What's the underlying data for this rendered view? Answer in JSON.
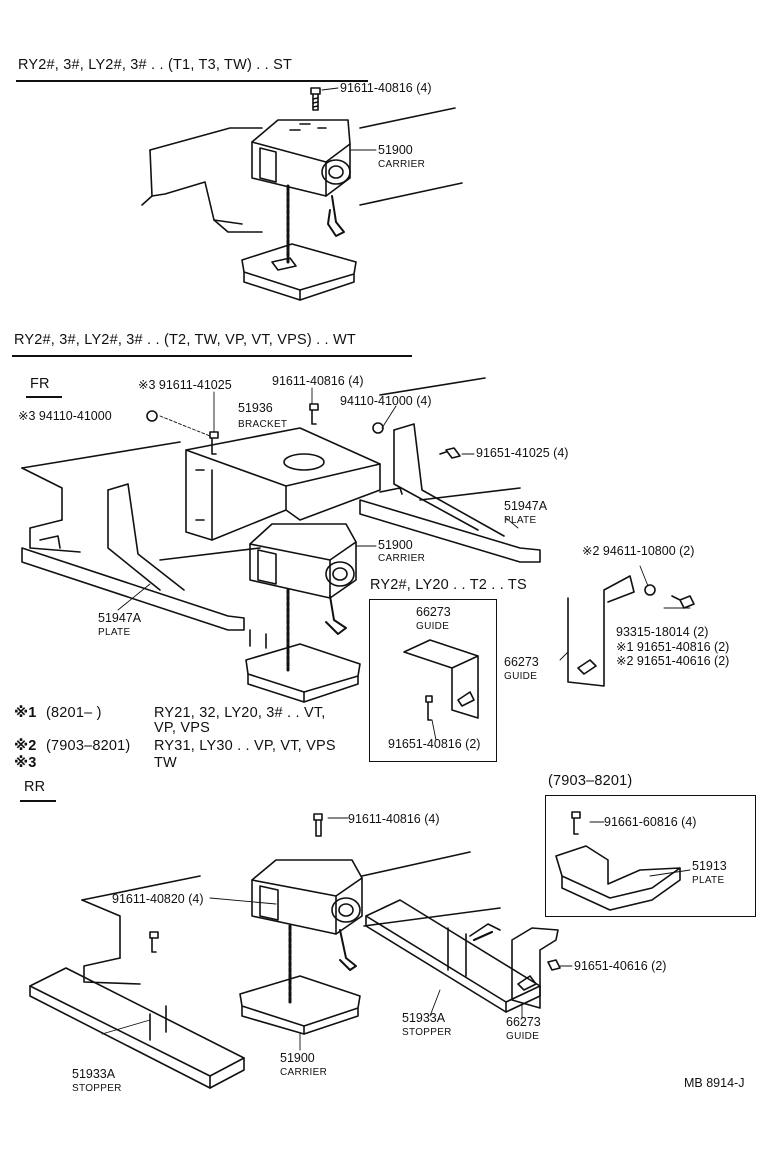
{
  "sections": {
    "s1_header": "RY2#, 3#, LY2#, 3# . . (T1, T3, TW) . . ST",
    "s2_header": "RY2#, 3#, LY2#, 3# . . (T2, TW, VP, VT, VPS) . . WT",
    "fr": "FR",
    "rr": "RR",
    "ts_header": "RY2#, LY20 . . T2 . . TS",
    "d7903_header": "(7903–8201)"
  },
  "s1": {
    "bolt": "91611-40816 (4)",
    "carrier_no": "51900",
    "carrier_name": "CARRIER"
  },
  "s2": {
    "x3_bolt": "※3 91611-41025",
    "x3_nut": "※3 94110-41000",
    "bolt_top": "91611-40816 (4)",
    "bracket_no": "51936",
    "bracket_name": "BRACKET",
    "nut_top": "94110-41000 (4)",
    "bolt_right": "91651-41025 (4)",
    "plate_r_no": "51947A",
    "plate_r_name": "PLATE",
    "carrier_no": "51900",
    "carrier_name": "CARRIER",
    "plate_l_no": "51947A",
    "plate_l_name": "PLATE",
    "x2_nut": "※2 94611-10800 (2)",
    "bolt_93315": "93315-18014 (2)",
    "x1_bolt": "※1 91651-40816 (2)",
    "x2_bolt": "※2 91651-40616 (2)",
    "guide_no": "66273",
    "guide_name": "GUIDE"
  },
  "ts": {
    "guide_no": "66273",
    "guide_name": "GUIDE",
    "bolt": "91651-40816 (2)"
  },
  "notes": {
    "n1_mark": "※1",
    "n1_range": "(8201–       )",
    "n1_text": "RY21, 32, LY20, 3# . . VT,",
    "n1_cont": "VP, VPS",
    "n2_mark": "※2",
    "n2_range": "(7903–8201)",
    "n2_text": "RY31, LY30 . . VP, VT, VPS",
    "n3_mark": "※3",
    "n3_text": "TW"
  },
  "rr": {
    "bolt_top": "91611-40816 (4)",
    "bolt_left": "91611-40820 (4)",
    "stopper_l_no": "51933A",
    "stopper_l_name": "STOPPER",
    "carrier_no": "51900",
    "carrier_name": "CARRIER",
    "stopper_r_no": "51933A",
    "stopper_r_name": "STOPPER",
    "guide_no": "66273",
    "guide_name": "GUIDE",
    "bolt_right": "91651-40616 (2)"
  },
  "d7903": {
    "bolt": "91661-60816 (4)",
    "plate_no": "51913",
    "plate_name": "PLATE"
  },
  "footer": {
    "code": "MB  8914-J"
  }
}
